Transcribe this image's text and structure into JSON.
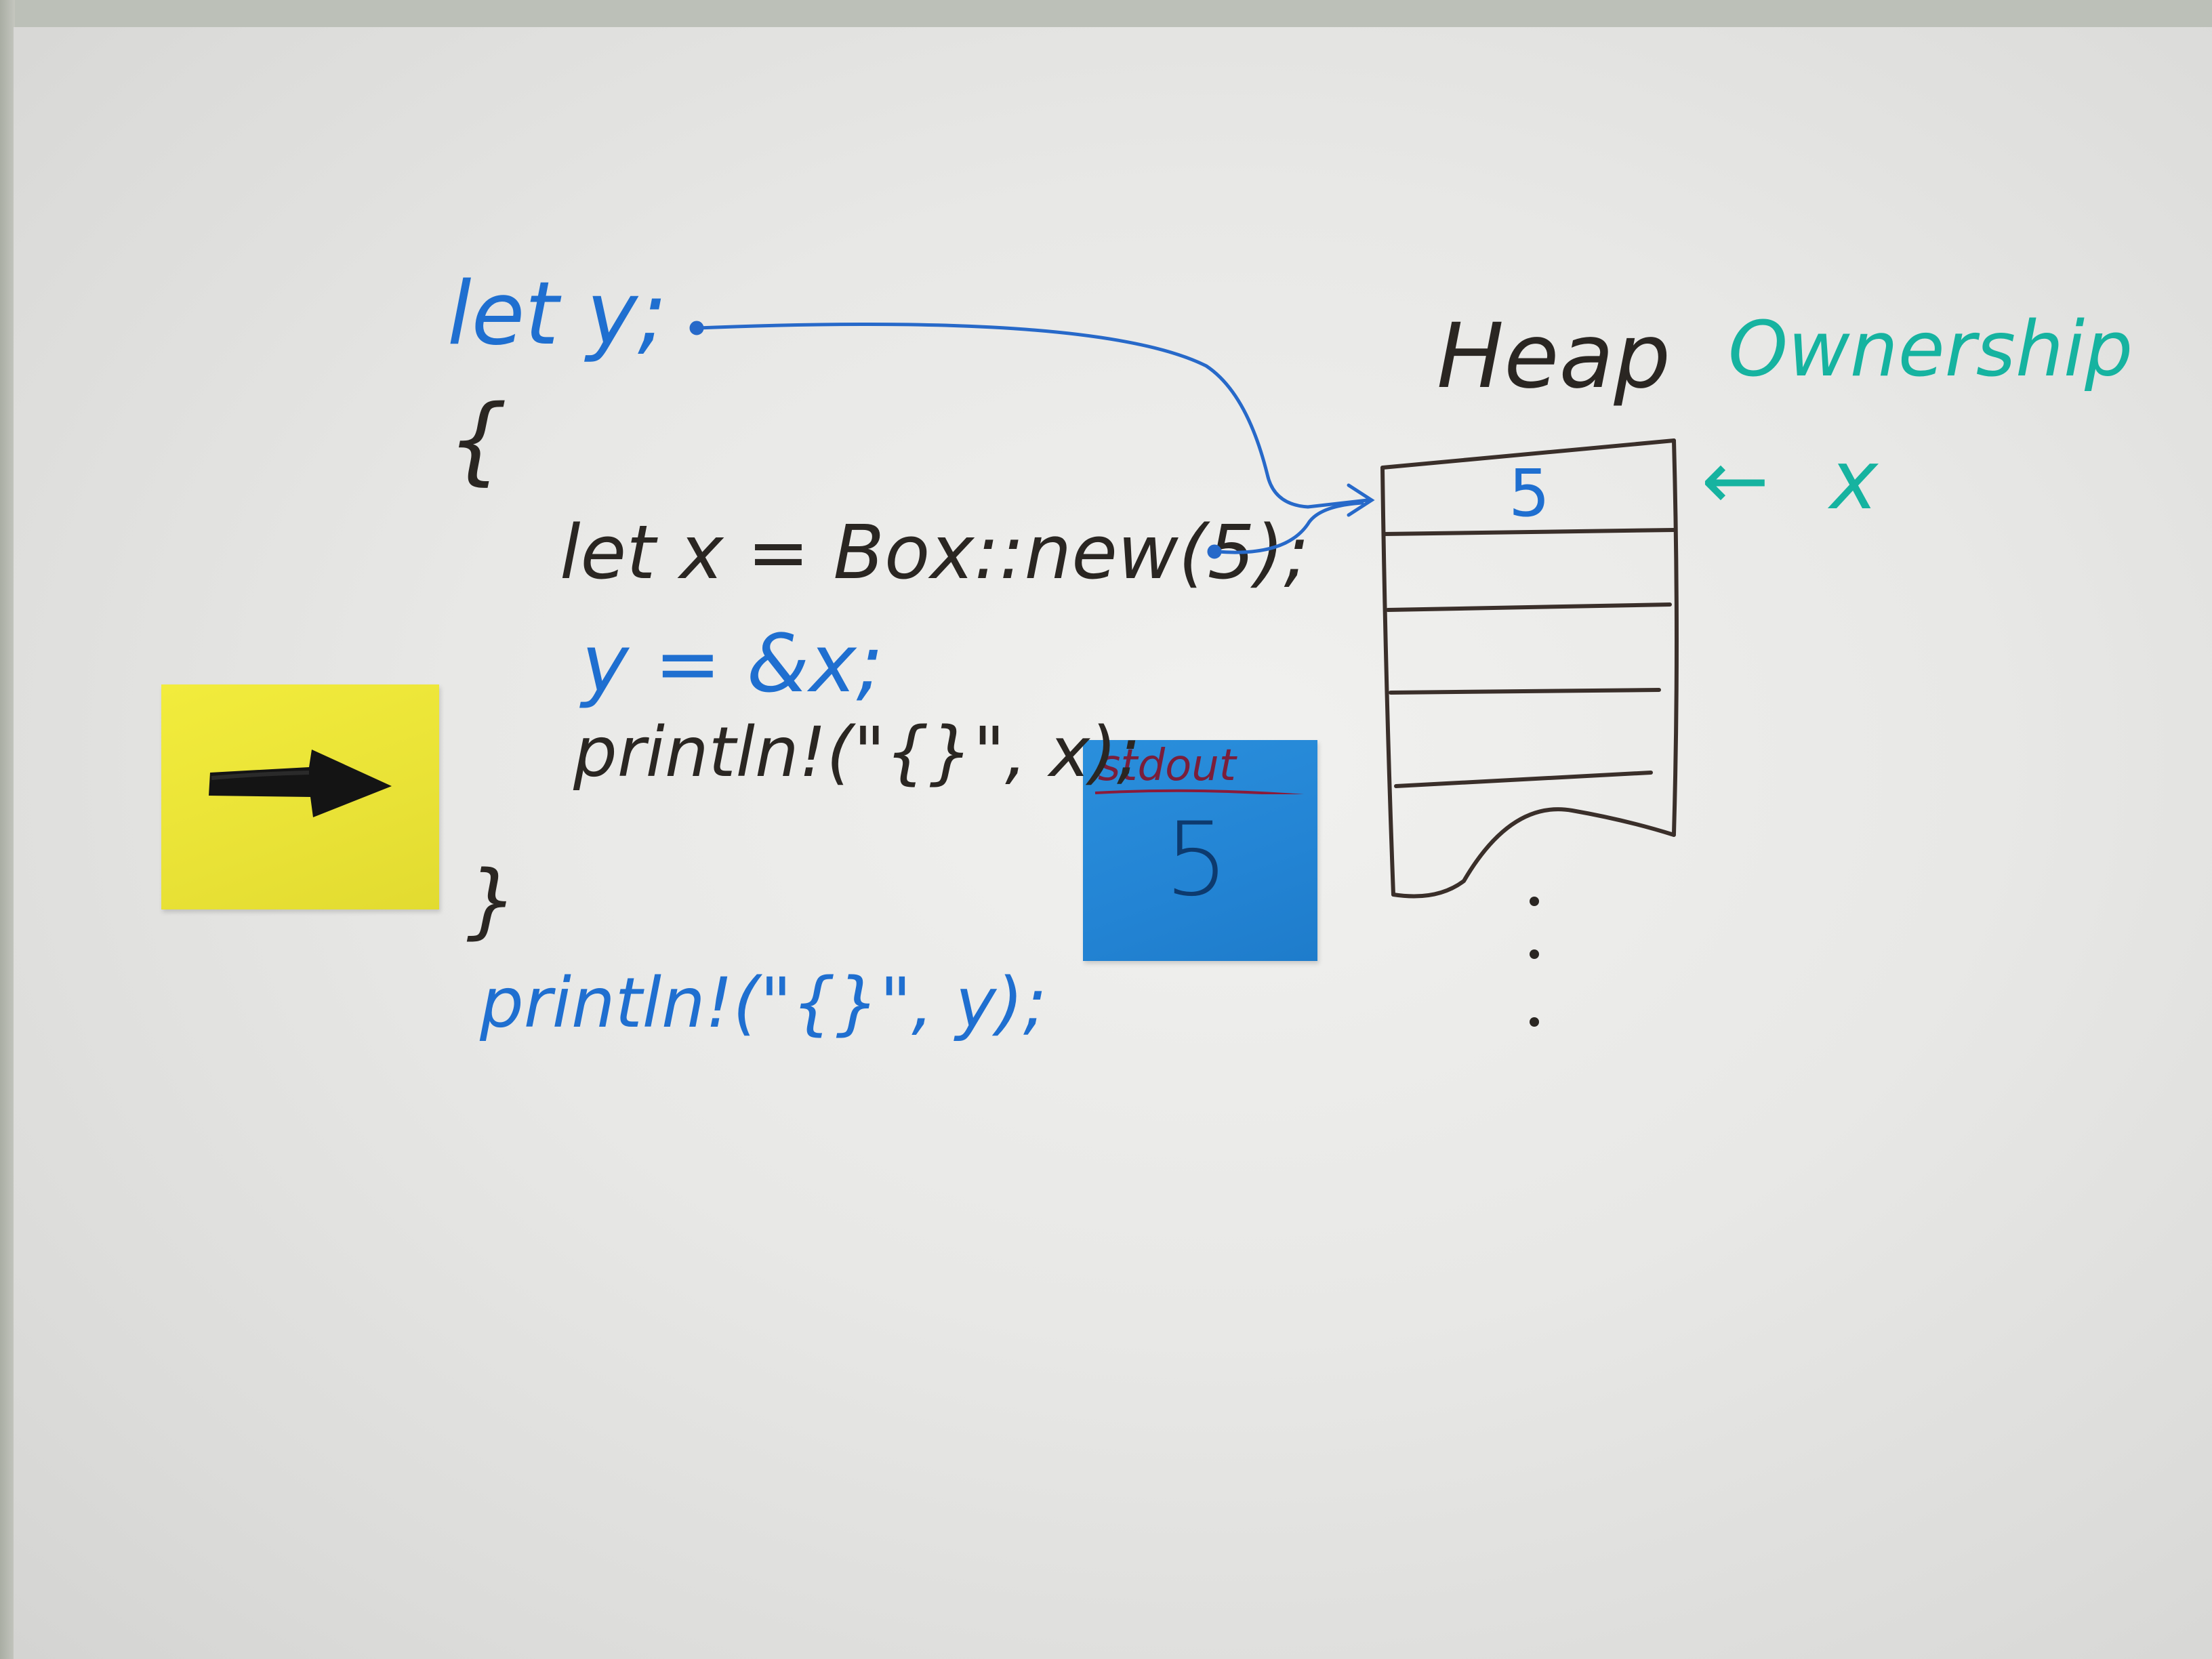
{
  "code": {
    "line1": "let y;",
    "open_brace": "{",
    "line2": "let x = Box::new(5);",
    "line3": "y = &x;",
    "line4": "println!(\"{}\", x);",
    "close_brace": "}",
    "line5": "println!(\"{}\", y);"
  },
  "heap": {
    "title": "Heap",
    "cell_value": "5"
  },
  "ownership": {
    "title": "Ownership",
    "owner_label": "x",
    "arrow_glyph": "←"
  },
  "stdout_note": {
    "title": "stdout",
    "value": "5"
  },
  "colors": {
    "blue_ink": "#1f6fd0",
    "black_ink": "#2a2622",
    "teal_ink": "#16b3a0",
    "yellow_note": "#ece536",
    "blue_note": "#2384d4"
  },
  "icons": {
    "execution_pointer": "right-arrow-icon",
    "heap_continuation": "vertical-ellipsis-icon"
  }
}
